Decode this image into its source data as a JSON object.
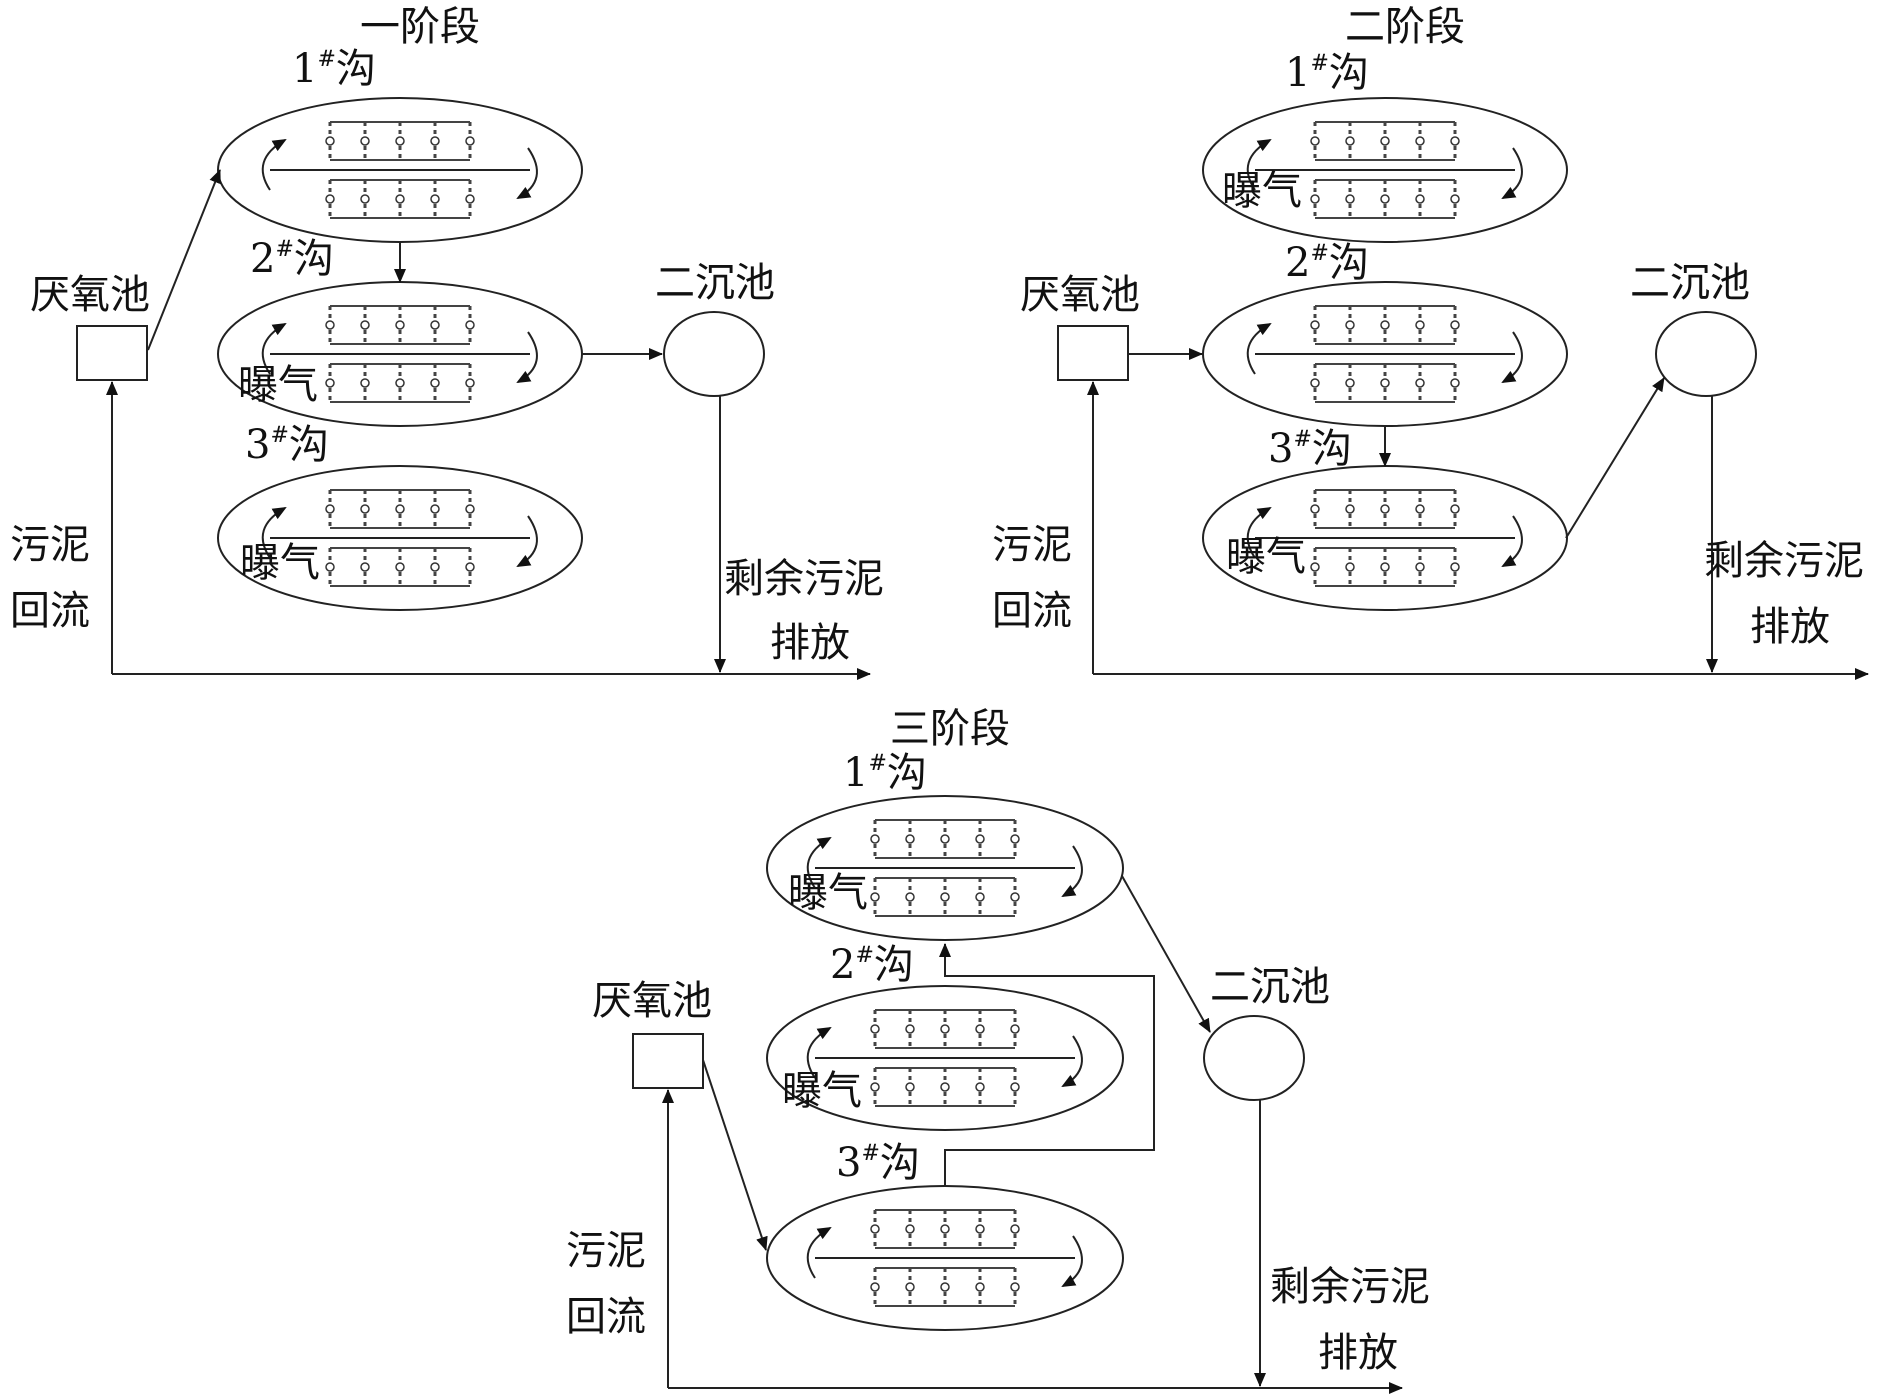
{
  "stages": [
    {
      "title": "一阶段",
      "ditch1": "沟",
      "ditch2": "沟",
      "ditch3": "沟",
      "ditch1_num": "1",
      "ditch2_num": "2",
      "ditch3_num": "3",
      "aer2": "曝气",
      "aer3": "曝气",
      "anaerobic": "厌氧池",
      "clarifier": "二沉池",
      "return_1": "污泥",
      "return_2": "回流",
      "excess_1": "剩余污泥",
      "excess_2": "排放"
    },
    {
      "title": "二阶段",
      "ditch1_num": "1",
      "ditch2_num": "2",
      "ditch3_num": "3",
      "ditch1": "沟",
      "ditch2": "沟",
      "ditch3": "沟",
      "aer1": "曝气",
      "aer3": "曝气",
      "anaerobic": "厌氧池",
      "clarifier": "二沉池",
      "return_1": "污泥",
      "return_2": "回流",
      "excess_1": "剩余污泥",
      "excess_2": "排放"
    },
    {
      "title": "三阶段",
      "ditch1_num": "1",
      "ditch2_num": "2",
      "ditch3_num": "3",
      "ditch1": "沟",
      "ditch2": "沟",
      "ditch3": "沟",
      "aer1": "曝气",
      "aer2": "曝气",
      "anaerobic": "厌氧池",
      "clarifier": "二沉池",
      "return_1": "污泥",
      "return_2": "回流",
      "excess_1": "剩余污泥",
      "excess_2": "排放"
    }
  ],
  "superscript": "#"
}
